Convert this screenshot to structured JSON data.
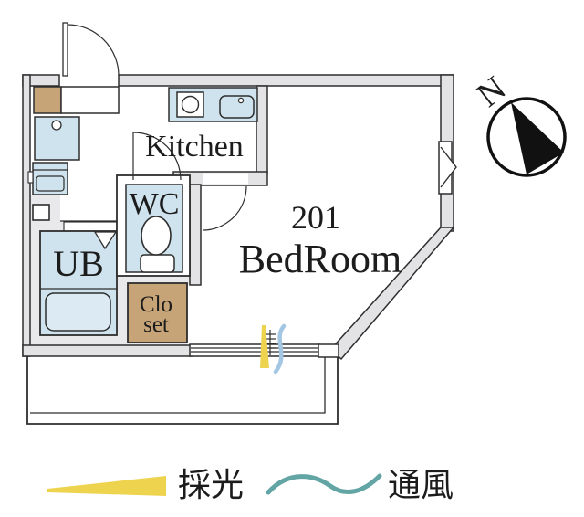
{
  "plan": {
    "unit_number": "201",
    "bedroom_label": "BedRoom",
    "kitchen_label": "Kitchen",
    "wc_label": "WC",
    "unit_bath_label": "UB",
    "closet_line1": "Clo",
    "closet_line2": "set"
  },
  "compass": {
    "north_label": "N"
  },
  "legend": {
    "daylight": {
      "label": "採光",
      "symbol": "daylight-wedge",
      "color": "#eed34f"
    },
    "ventilation": {
      "label": "通風",
      "symbol": "ventilation-wave",
      "color": "#63a5a5"
    }
  },
  "colors": {
    "wall_fill": "#e3e3e5",
    "fixture_blue": "#cfe3ee",
    "bathtub_blue": "#dceaf3",
    "closet_tan": "#c7a477",
    "closet_text": "#46321d",
    "service_floor_gray": "#e9e9eb",
    "daylight_yellow": "#eed34f",
    "ventilation_teal": "#63a5a5",
    "window_breeze_blue": "#a3c6e3",
    "line_black": "#2e2e2e"
  }
}
